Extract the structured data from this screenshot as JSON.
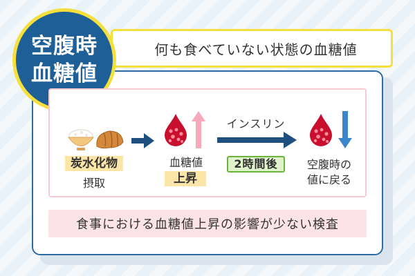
{
  "badge": {
    "line1": "空腹時",
    "line2": "血糖値"
  },
  "banner": {
    "text": "何も食べていない状態の血糖値"
  },
  "flow": {
    "food_label": "炭水化物",
    "food_sub": "摂取",
    "bg_label": "血糖値",
    "rise_label": "上昇",
    "insulin_label": "インスリン",
    "hours_label": "2時間後",
    "return_line1": "空腹時の",
    "return_line2": "値に戻る"
  },
  "note": {
    "text": "食事における血糖値上昇の影響が少ない検査"
  },
  "colors": {
    "navy": "#1f5f97",
    "yellow": "#f4df3c",
    "blood_red": "#c8102e",
    "pink_arrow": "#f6a9bb",
    "blue_arrow": "#3a86c8",
    "green": "#6bb33a"
  },
  "icons": [
    "rice-bowl-icon",
    "bread-icon",
    "arrow-right-icon",
    "blood-drop-icon",
    "up-arrow-icon",
    "down-arrow-icon"
  ]
}
